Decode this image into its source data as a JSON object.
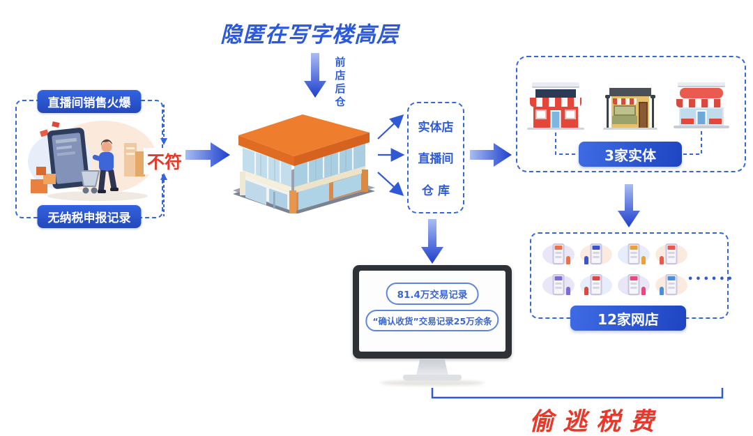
{
  "title": "隐匿在写字楼高层",
  "building_caption": "前店后仓",
  "left_panel": {
    "top_label": "直播间销售火爆",
    "bottom_label": "无纳税申报记录",
    "mismatch_label": "不符"
  },
  "channels": {
    "items": [
      "实体店",
      "直播间",
      "仓 库"
    ]
  },
  "physical_stores": {
    "count_label": "3家实体"
  },
  "online_stores": {
    "count_label": "12家网店",
    "ellipsis": "••••••"
  },
  "monitor": {
    "record_bubble_1": "81.4万交易记录",
    "record_bubble_2": "“确认收货”交易记录25万余条"
  },
  "conclusion_label": "偷逃税费",
  "colors": {
    "primary_blue": "#2B59D8",
    "dark_blue": "#1C3ECF",
    "dashed_blue": "#3566DC",
    "accent_red": "#E8382A",
    "roof_orange": "#EE7E2E"
  },
  "icons": {
    "building": "building-icon",
    "storefront": "storefront-icon",
    "online_shop": "online-shop-illustration",
    "monitor": "monitor-icon",
    "arrows": "gradient-arrow-icon",
    "bracket": "bracket-icon"
  }
}
